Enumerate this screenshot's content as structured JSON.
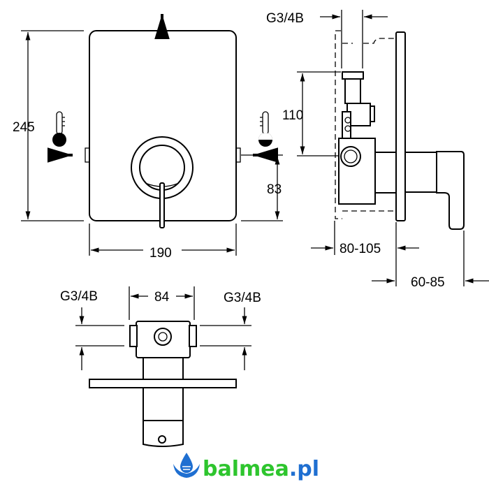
{
  "front_view": {
    "height_dim": "245",
    "width_dim": "190",
    "inlet_height_dim": "83"
  },
  "side_view": {
    "thread_label": "G3/4B",
    "cartridge_dim": "110",
    "wall_depth_dim": "80-105",
    "projection_dim": "60-85"
  },
  "bottom_view": {
    "thread_left": "G3/4B",
    "thread_right": "G3/4B",
    "body_width_dim": "84"
  },
  "logo": {
    "brand": "balmea",
    "tld": ".pl",
    "brand_color": "#2ec52e",
    "accent_color": "#1f6fd1"
  }
}
